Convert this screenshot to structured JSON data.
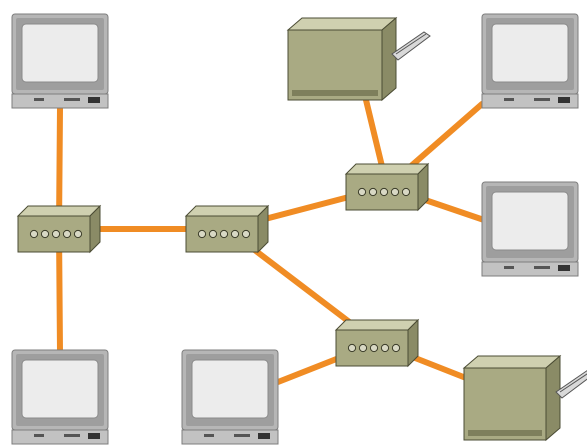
{
  "diagram": {
    "type": "network-topology",
    "colors": {
      "background": "#ffffff",
      "link": "#f08c24",
      "device_top": "#cfd0b0",
      "device_front": "#a9aa83",
      "device_side": "#8a8b66",
      "device_outline": "#4b4c34",
      "port_led": "#d8d8c4",
      "monitor_bezel": "#b6b6b6",
      "monitor_screen": "#ececec",
      "monitor_base": "#c2c2c2",
      "printer_tray": "#d9d9d9"
    },
    "nodes": [
      {
        "id": "pc-top-left",
        "kind": "computer",
        "icon": "desktop-computer-icon"
      },
      {
        "id": "printer-top",
        "kind": "printer",
        "icon": "printer-icon"
      },
      {
        "id": "pc-top-right",
        "kind": "computer",
        "icon": "desktop-computer-icon"
      },
      {
        "id": "hub-left",
        "kind": "hub",
        "icon": "network-hub-icon"
      },
      {
        "id": "hub-center",
        "kind": "hub",
        "icon": "network-hub-icon"
      },
      {
        "id": "hub-upper-right",
        "kind": "hub",
        "icon": "network-hub-icon"
      },
      {
        "id": "pc-mid-right",
        "kind": "computer",
        "icon": "desktop-computer-icon"
      },
      {
        "id": "hub-lower-right",
        "kind": "hub",
        "icon": "network-hub-icon"
      },
      {
        "id": "pc-bottom-left",
        "kind": "computer",
        "icon": "desktop-computer-icon"
      },
      {
        "id": "pc-bottom-center",
        "kind": "computer",
        "icon": "desktop-computer-icon"
      },
      {
        "id": "printer-bottom-right",
        "kind": "printer",
        "icon": "printer-icon"
      }
    ],
    "links": [
      {
        "from": "pc-top-left",
        "to": "hub-left"
      },
      {
        "from": "pc-bottom-left",
        "to": "hub-left"
      },
      {
        "from": "hub-left",
        "to": "hub-center"
      },
      {
        "from": "hub-center",
        "to": "hub-upper-right"
      },
      {
        "from": "hub-center",
        "to": "hub-lower-right"
      },
      {
        "from": "printer-top",
        "to": "hub-upper-right"
      },
      {
        "from": "pc-top-right",
        "to": "hub-upper-right"
      },
      {
        "from": "pc-mid-right",
        "to": "hub-upper-right"
      },
      {
        "from": "pc-bottom-center",
        "to": "hub-lower-right"
      },
      {
        "from": "printer-bottom-right",
        "to": "hub-lower-right"
      }
    ]
  }
}
